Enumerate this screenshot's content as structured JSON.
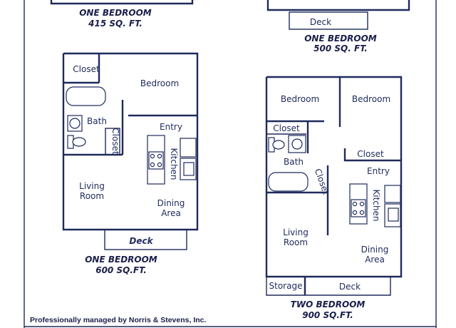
{
  "top_left": {
    "title": "ONE BEDROOM",
    "size": "415 SQ. FT."
  },
  "top_right": {
    "deck": "Deck",
    "title": "ONE BEDROOM",
    "size": "500 SQ. FT."
  },
  "plan_600": {
    "closet": "Closet",
    "bedroom": "Bedroom",
    "bath": "Bath",
    "closet_v": "Closet",
    "entry": "Entry",
    "kitchen": "Kitchen",
    "living": "Living",
    "room": "Room",
    "dining": "Dining",
    "area": "Area",
    "deck": "Deck",
    "title": "ONE BEDROOM",
    "size": "600 SQ.FT."
  },
  "plan_900": {
    "bedroom_left": "Bedroom",
    "bedroom_right": "Bedroom",
    "closet_left": "Closet",
    "closet_right": "Closet",
    "bath": "Bath",
    "closet_v": "Closet",
    "entry": "Entry",
    "kitchen": "Kitchen",
    "living": "Living",
    "room": "Room",
    "dining": "Dining",
    "area": "Area",
    "storage": "Storage",
    "deck": "Deck",
    "title": "TWO BEDROOM",
    "size": "900 SQ.FT."
  },
  "footer": {
    "managed_by": "Professionally managed by Norris & Stevens, Inc."
  }
}
